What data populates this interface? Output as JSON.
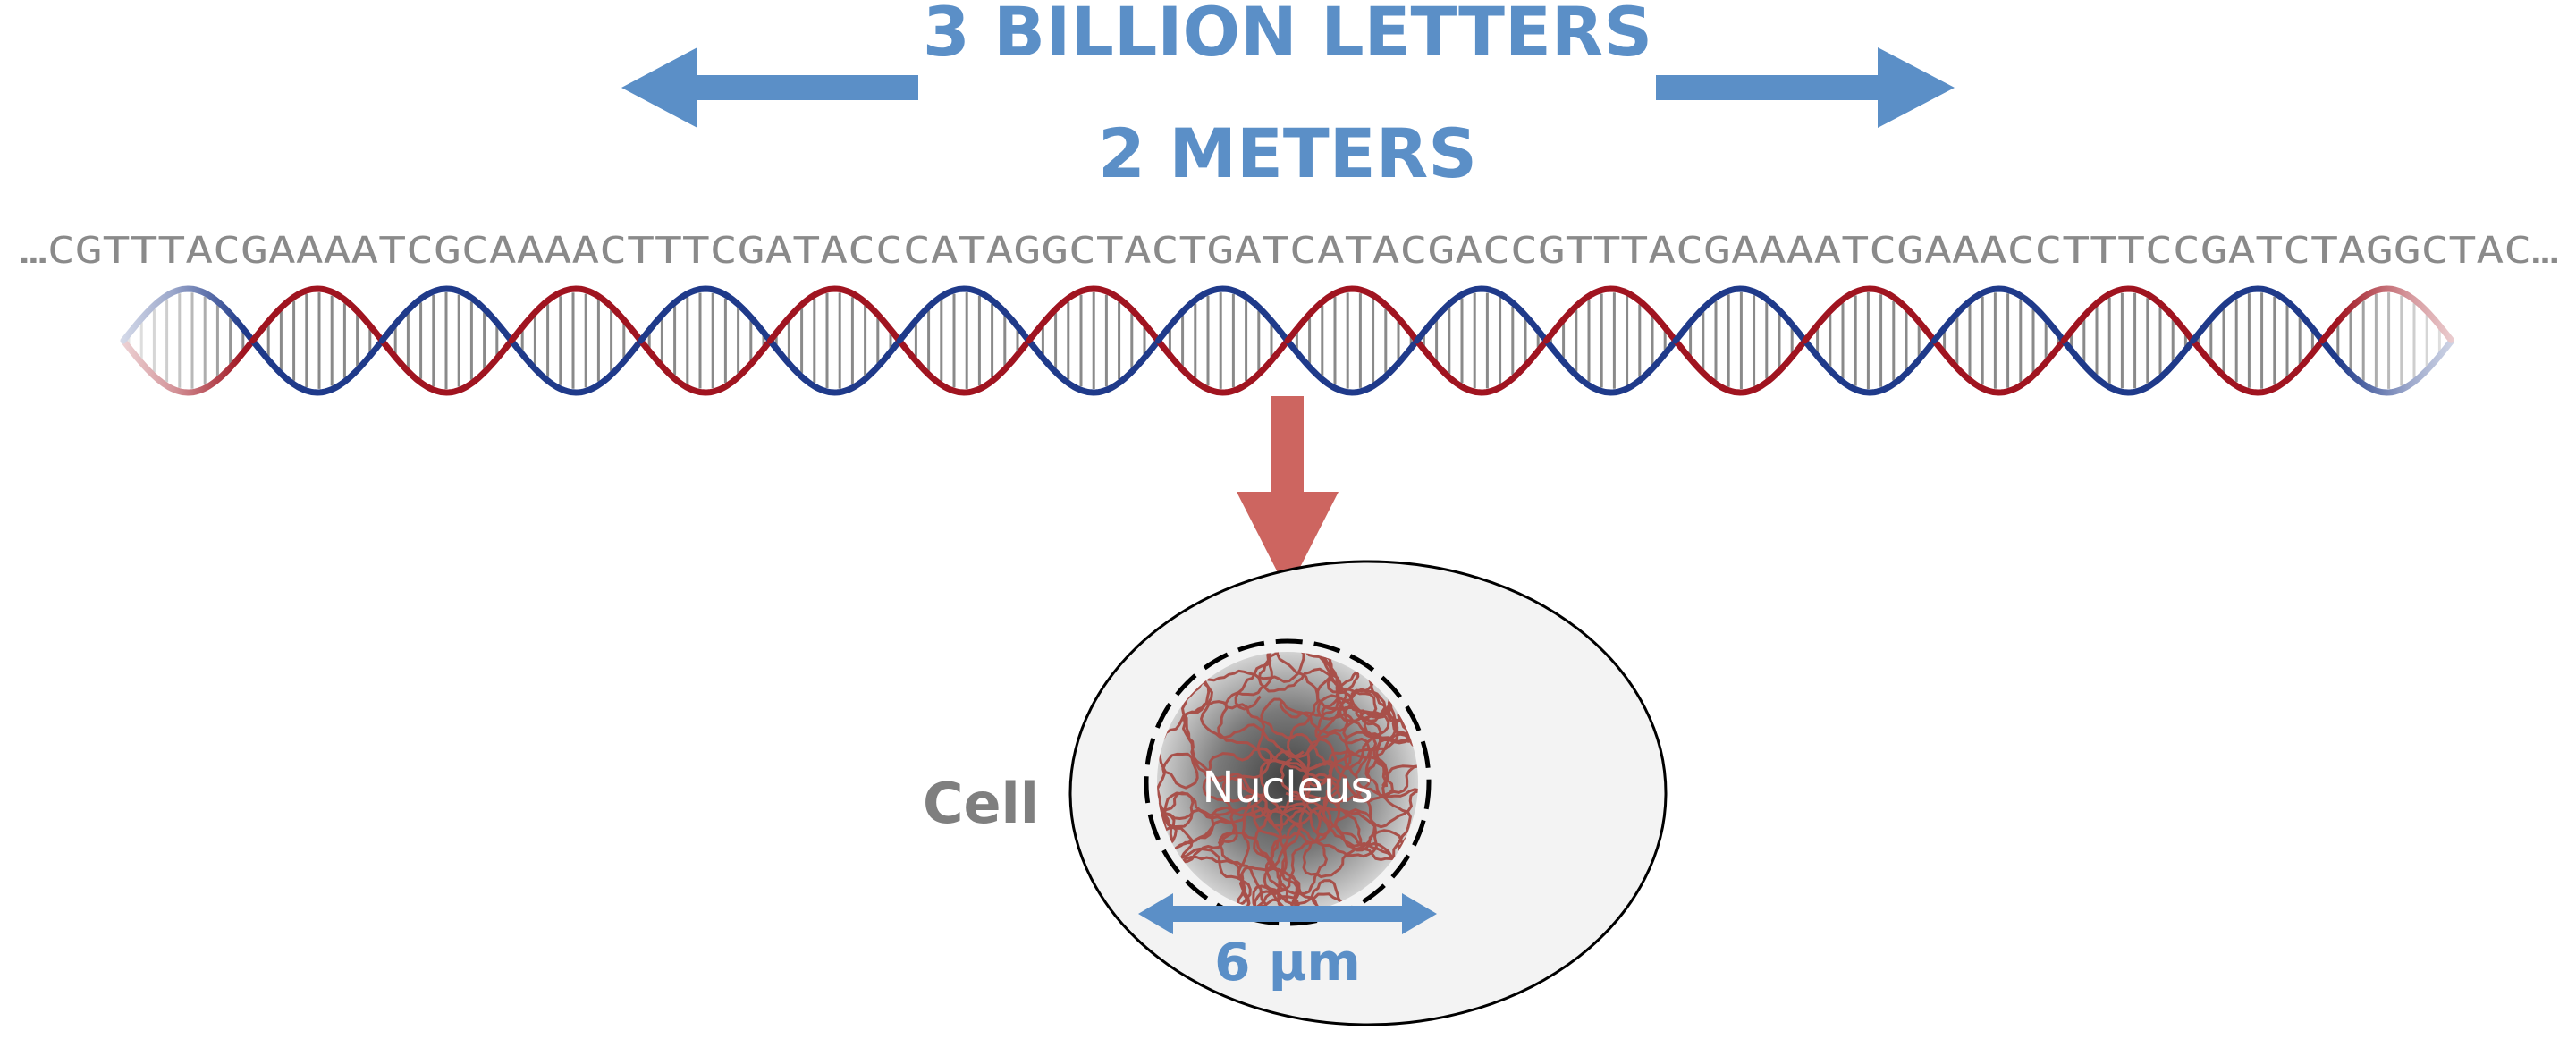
{
  "headline": {
    "letters": "3 BILLION LETTERS",
    "length": "2 METERS"
  },
  "dna": {
    "sequence": "…CGTTTACGAAAATCGCAAAACTTTCGATACCCATAGGCTACTGATCATACGACCGTTTACGAAAATCGAAACCTTTCCGATCTAGGCTAC…",
    "strand_a_color": "#1F3A8A",
    "strand_b_color": "#A01420",
    "rung_color": "#8A8A8A",
    "double_helix_turns": 9
  },
  "cell": {
    "label": "Cell",
    "nucleus_label": "Nucleus",
    "nucleus_size": "6 µm"
  },
  "colors": {
    "accent_blue": "#5B8FC7",
    "compress_arrow": "#CD6560",
    "label_gray": "#7F7F7F",
    "cell_fill": "#F3F3F3",
    "chromatin": "#A8504A"
  },
  "icons": {
    "left_arrow": "arrow-left-icon",
    "right_arrow": "arrow-right-icon",
    "down_arrow": "arrow-down-icon",
    "measure_arrow": "double-arrow-icon"
  }
}
